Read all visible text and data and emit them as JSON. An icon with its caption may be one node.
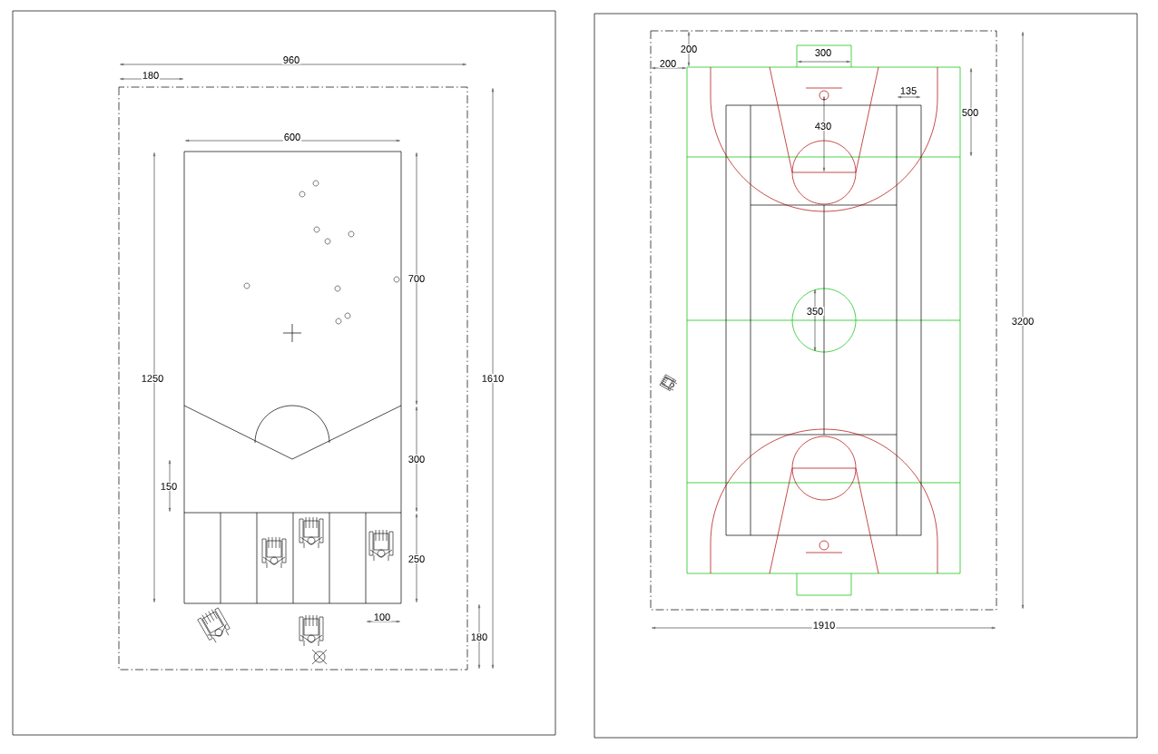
{
  "diagram": {
    "labels": [
      "960",
      "180",
      "600",
      "700",
      "1250",
      "1610",
      "300",
      "150",
      "250",
      "100",
      "180",
      "200",
      "300",
      "200",
      "135",
      "500",
      "430",
      "350",
      "3200",
      "1910"
    ]
  }
}
